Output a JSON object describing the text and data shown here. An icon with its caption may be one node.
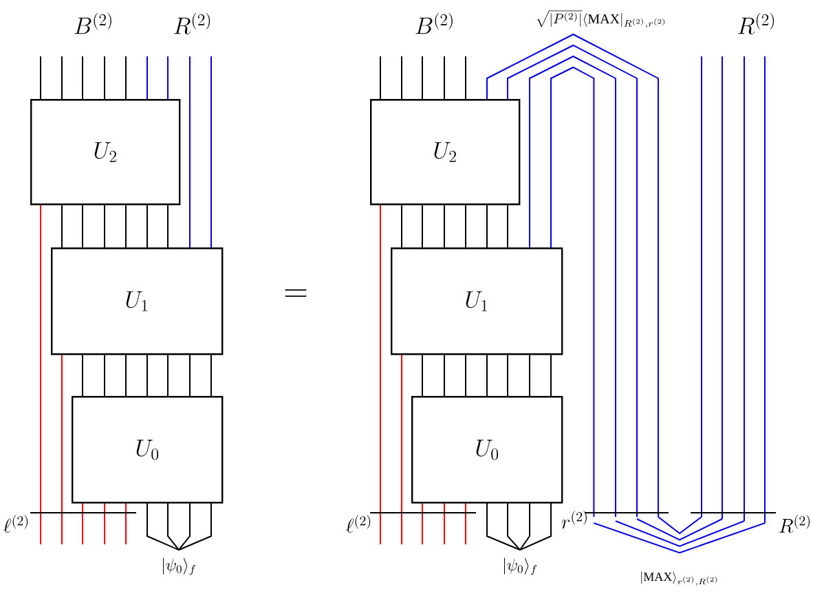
{
  "diagram": {
    "nodes": [
      {
        "text": [
          "U_2"
        ]
      },
      {
        "text": [
          "U_1"
        ]
      },
      {
        "text": [
          "U_0"
        ]
      },
      {
        "text": [
          "U_2"
        ]
      },
      {
        "text": [
          "U_1"
        ]
      },
      {
        "text": [
          "U_0"
        ]
      }
    ],
    "edges": [
      {
        "from": 0,
        "to": 1,
        "arrow": "none"
      },
      {
        "from": 0,
        "to": 1,
        "arrow": "none"
      },
      {
        "from": 0,
        "to": 1,
        "arrow": "none"
      },
      {
        "from": 0,
        "to": 1,
        "arrow": "none"
      },
      {
        "from": 0,
        "to": 1,
        "arrow": "none"
      },
      {
        "from": 0,
        "to": 1,
        "arrow": "none"
      },
      {
        "from": 1,
        "to": 2,
        "arrow": "none"
      },
      {
        "from": 1,
        "to": 2,
        "arrow": "none"
      },
      {
        "from": 1,
        "to": 2,
        "arrow": "none"
      },
      {
        "from": 1,
        "to": 2,
        "arrow": "none"
      },
      {
        "from": 1,
        "to": 2,
        "arrow": "none"
      },
      {
        "from": 1,
        "to": 2,
        "arrow": "none"
      },
      {
        "from": 1,
        "to": 2,
        "arrow": "none"
      },
      {
        "from": 3,
        "to": 4,
        "arrow": "none"
      },
      {
        "from": 3,
        "to": 4,
        "arrow": "none"
      },
      {
        "from": 3,
        "to": 4,
        "arrow": "none"
      },
      {
        "from": 3,
        "to": 4,
        "arrow": "none"
      },
      {
        "from": 3,
        "to": 4,
        "arrow": "none"
      },
      {
        "from": 3,
        "to": 4,
        "arrow": "none"
      },
      {
        "from": 4,
        "to": 5,
        "arrow": "none"
      },
      {
        "from": 4,
        "to": 5,
        "arrow": "none"
      },
      {
        "from": 4,
        "to": 5,
        "arrow": "none"
      },
      {
        "from": 4,
        "to": 5,
        "arrow": "none"
      },
      {
        "from": 4,
        "to": 5,
        "arrow": "none"
      },
      {
        "from": 4,
        "to": 5,
        "arrow": "none"
      },
      {
        "from": 4,
        "to": 5,
        "arrow": "none"
      }
    ],
    "labels": [
      "B^{(2)}",
      "R^{(2)}",
      "\\ell^{(2)}",
      "|\\psi_0\\rangle_f",
      "=",
      "B^{(2)}",
      "\\sqrt{|P^{(2)}|}\\langle\\mathrm{MAX}|_{R^{(2)},r^{(2)}}",
      "R^{(2)}",
      "\\ell^{(2)}",
      "r^{(2)}",
      "|\\psi_0\\rangle_f",
      "R^{(2)}",
      "|\\mathrm{MAX}\\rangle_{r^{(2)},R^{(2)}}"
    ]
  }
}
